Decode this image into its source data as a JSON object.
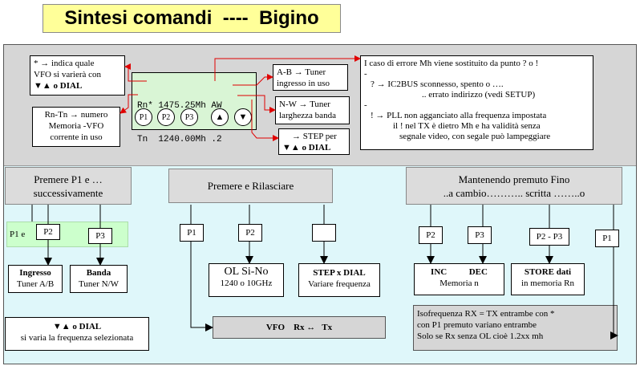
{
  "title": "Sintesi comandi  ----  Bigino",
  "lcd": {
    "line1": "Rn* 1475.25Mh AW",
    "line2": "Tn  1240.00Mh .2",
    "buttons": [
      "P1",
      "P2",
      "P3",
      "▲",
      "▼"
    ]
  },
  "notes": {
    "star": [
      "* → indica quale",
      "VFO si varierà con",
      "▼▲  o  DIAL"
    ],
    "rntn": [
      "Rn-Tn → numero",
      "Memoria -VFO",
      "corrente in uso"
    ],
    "ab": [
      "A-B  → Tuner",
      "ingresso in uso"
    ],
    "nw": [
      "N-W  → Tuner",
      "larghezza banda"
    ],
    "step": [
      "→ STEP  per",
      "▼▲   o   DIAL"
    ],
    "errors": [
      "I caso di errore Mh viene sostituito da punto  ? o !",
      "-",
      "?  → IC2BUS sconnesso, spento o ….",
      ".. errato indirizzo (vedi SETUP)",
      "-",
      "!   → PLL  non agganciato alla frequenza impostata",
      "il  ! nel TX è dietro Mh e ha validità senza",
      "segnale video,  con segale può lampeggiare"
    ]
  },
  "sections": {
    "left": [
      "Premere  P1 e …",
      "successivamente"
    ],
    "mid": [
      "Premere e Rilasciare"
    ],
    "right": [
      "Mantenendo premuto Fino",
      "..a cambio……….. scritta ……..o"
    ]
  },
  "left_panel": {
    "p1e": "P1 e",
    "p2": "P2",
    "p3": "P3",
    "ingresso": [
      "Ingresso",
      "Tuner A/B"
    ],
    "banda": [
      "Banda",
      "Tuner N/W"
    ],
    "dial": [
      "▼▲   o   DIAL",
      "si varia la frequenza selezionata"
    ]
  },
  "mid_panel": {
    "p1": "P1",
    "p2": "P2",
    "blank": "",
    "ol": [
      "OL  Si-No",
      "1240  o  10GHz"
    ],
    "step": [
      "STEP x DIAL",
      "Variare frequenza"
    ],
    "vfo": "VFO    Rx ↔   Tx"
  },
  "right_panel": {
    "p2": "P2",
    "p3": "P3",
    "p2p3": "P2 - P3",
    "p1": "P1",
    "incdec": [
      "INC          DEC",
      "Memoria  n"
    ],
    "store": [
      "STORE dati",
      "in memoria  Rn"
    ],
    "iso": [
      "Isofrequenza  RX = TX entrambe con *",
      "con P1 premuto variano entrambe",
      "Solo se Rx senza  OL cioè  1.2xx mh"
    ]
  },
  "colors": {
    "title_bg": "#ffff99",
    "upper_bg": "#d6d6d6",
    "lower_bg": "#dff7fa",
    "lcd_bg": "#d9f5d5",
    "p1e_bg": "#ccffcc",
    "arrow_red": "#e00000"
  }
}
